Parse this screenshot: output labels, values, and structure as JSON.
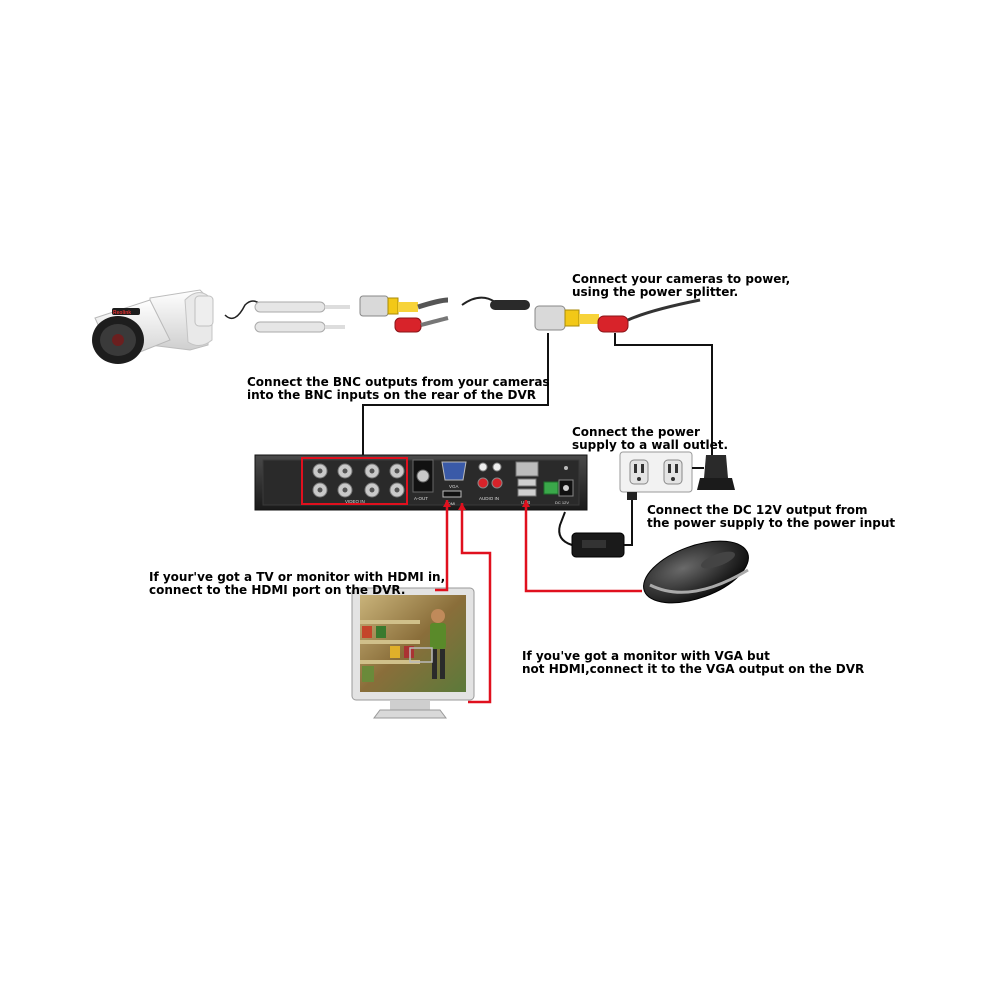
{
  "annotations": {
    "camera_power": [
      "Connect your cameras to power,",
      "using the power splitter."
    ],
    "bnc": [
      "Connect the BNC outputs from your cameras",
      "into the BNC inputs on the rear of the DVR"
    ],
    "wall_outlet": [
      "Connect the power",
      "supply to a wall outlet."
    ],
    "dc_power": [
      "Connect the DC 12V output from",
      "the power supply to the power input"
    ],
    "hdmi": [
      "If your've got a TV or monitor with HDMI in,",
      "connect to the HDMI port on the DVR."
    ],
    "vga": [
      "If you've got a monitor with VGA but",
      "not HDMI,connect it to the VGA output on the DVR"
    ]
  },
  "camera": {
    "brand": "Reolink"
  },
  "dvr_labels": {
    "video_in": "VIDEO IN",
    "audio_out": "A-OUT",
    "vga": "VGA",
    "hdmi": "HDMI",
    "audio_in": "AUDIO IN",
    "usb": "USB",
    "dc": "DC 12V"
  },
  "colors": {
    "connector_line": "#e0101e",
    "cable": "#222222",
    "dvr_body": "#2b2b2b"
  }
}
